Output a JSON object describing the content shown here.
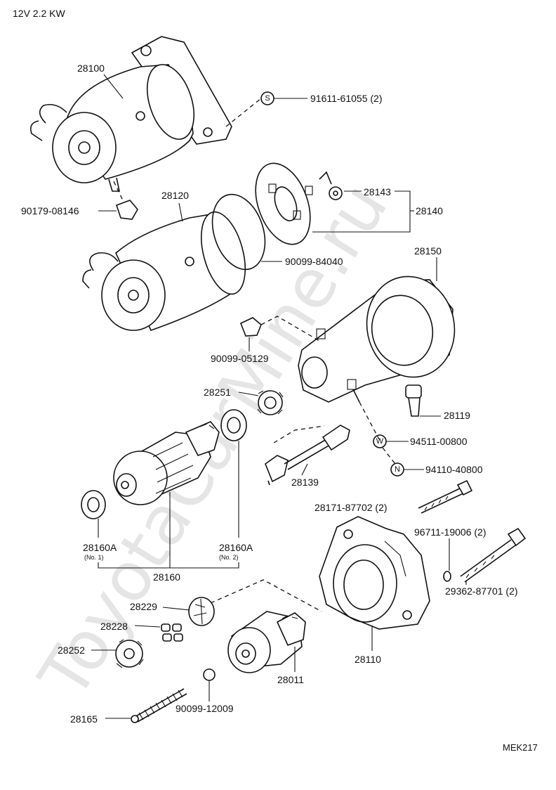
{
  "header": {
    "spec": "12V 2.2 KW"
  },
  "footer": {
    "code": "MEK217"
  },
  "watermark": "ToyotaCarMine.ru",
  "symbols": {
    "s": "S",
    "w": "W",
    "n": "N"
  },
  "labels": {
    "p28100": "28100",
    "p91611": "91611-61055 (2)",
    "p28143": "28143",
    "p28140": "28140",
    "p90179": "90179-08146",
    "p28120": "28120",
    "p90099_84040": "90099-84040",
    "p28150": "28150",
    "p90099_05129": "90099-05129",
    "p28251": "28251",
    "p28119": "28119",
    "p94511": "94511-00800",
    "p94110": "94110-40800",
    "p28139": "28139",
    "p28171": "28171-87702 (2)",
    "p28160a_1": "28160A",
    "p28160a_1_sub": "(No. 1)",
    "p28160a_2": "28160A",
    "p28160a_2_sub": "(No. 2)",
    "p28160": "28160",
    "p96711": "96711-19006 (2)",
    "p29362": "29362-87701 (2)",
    "p28229": "28229",
    "p28228": "28228",
    "p28252": "28252",
    "p28110": "28110",
    "p28011": "28011",
    "p90099_12009": "90099-12009",
    "p28165": "28165"
  }
}
